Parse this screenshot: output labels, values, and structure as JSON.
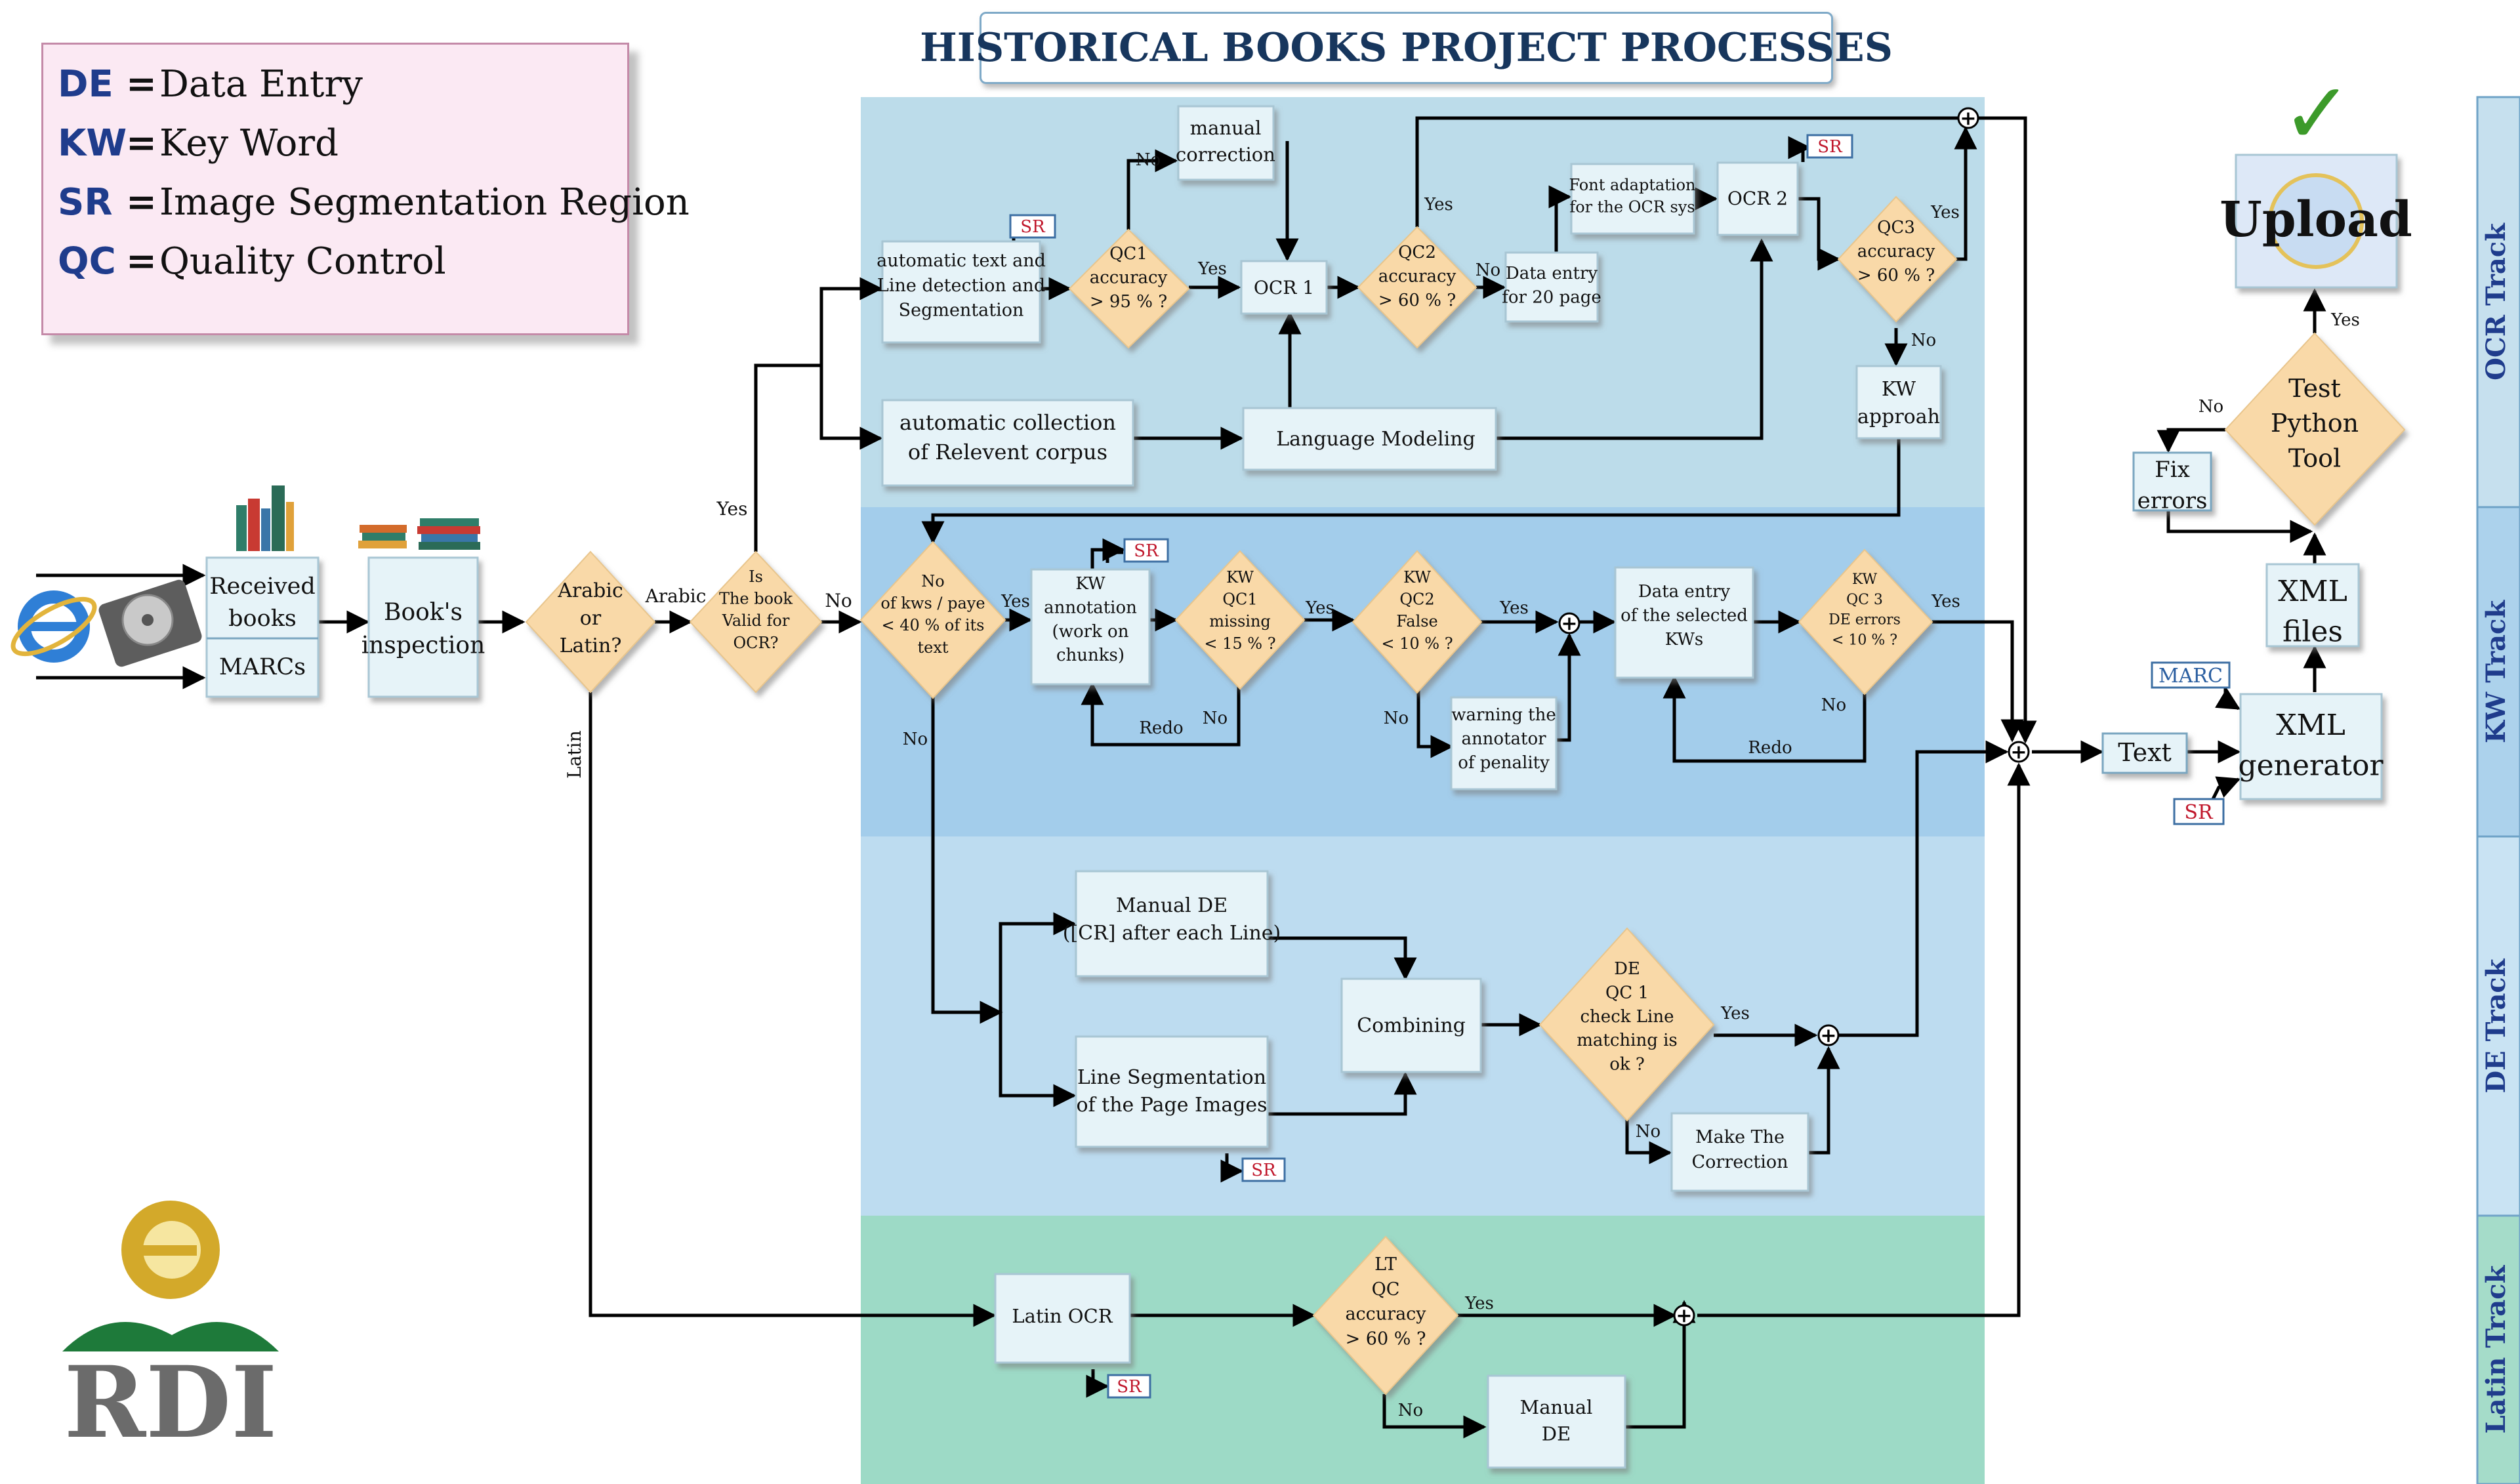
{
  "title": "HISTORICAL BOOKS PROJECT PROCESSES",
  "legend": [
    {
      "abbr": "DE",
      "meaning": "Data Entry"
    },
    {
      "abbr": "KW",
      "meaning": "Key Word"
    },
    {
      "abbr": "SR",
      "meaning": "Image Segmentation Region"
    },
    {
      "abbr": "QC",
      "meaning": "Quality Control"
    }
  ],
  "tracks": [
    "OCR Track",
    "KW Track",
    "DE Track",
    "Latin Track"
  ],
  "intake": {
    "received_books": "Received\nbooks",
    "marcs": "MARCs",
    "books_inspection": "Book's\ninspection",
    "arabic_or_latin": "Arabic\nor\nLatin?",
    "valid_for_ocr": "Is\nThe book\nValid for\nOCR?"
  },
  "ocr_track": {
    "auto_text_detection": "automatic text and\nLine detection and\nSegmentation",
    "qc1": "QC1\naccuracy\n> 95 % ?",
    "manual_correction": "manual\ncorrection",
    "ocr1": "OCR 1",
    "qc2": "QC2\naccuracy\n> 60 % ?",
    "data_entry_20": "Data entry\nfor 20 page",
    "font_adaptation": "Font adaptation\nfor the OCR sys",
    "ocr2": "OCR 2",
    "qc3": "QC3\naccuracy\n> 60 % ?",
    "kw_approach": "KW\napproah",
    "auto_collection": "automatic collection\nof Relevent corpus",
    "language_modeling": "Language Modeling"
  },
  "kw_track": {
    "kw_ratio": "No\nof kws / paye\n< 40 % of its\ntext",
    "kw_annotation": "KW\nannotation\n(work on\nchunks)",
    "kw_qc1": "KW\nQC1\nmissing\n< 15 % ?",
    "kw_qc2": "KW\nQC2\nFalse\n< 10 % ?",
    "warning": "warning the\nannotator\nof penality",
    "data_entry_kws": "Data entry\nof the selected\nKWs",
    "kw_qc3": "KW\nQC 3\nDE errors\n< 10 % ?"
  },
  "de_track": {
    "manual_de": "Manual DE\n([CR] after each Line)",
    "line_segmentation": "Line Segmentation\nof the Page Images",
    "combining": "Combining",
    "de_qc1": "DE\nQC 1\ncheck Line\nmatching is\nok ?",
    "make_correction": "Make The\nCorrection"
  },
  "latin_track": {
    "latin_ocr": "Latin OCR",
    "lt_qc": "LT\nQC\naccuracy\n> 60 % ?",
    "manual_de": "Manual\nDE"
  },
  "output": {
    "text": "Text",
    "xml_generator": "XML\ngenerator",
    "marc": "MARC",
    "sr": "SR",
    "xml_files": "XML\nfiles",
    "test_python": "Test\nPython\nTool",
    "fix_errors": "Fix\nerrors",
    "upload": "Upload",
    "checkmark": "✓"
  },
  "edge_labels": {
    "yes": "Yes",
    "no": "No",
    "arabic": "Arabic",
    "latin": "Latin",
    "redo": "Redo",
    "sr_tag": "SR"
  },
  "logo_text": "RDI",
  "colors": {
    "ocr_band": "#bcdcea",
    "kw_band": "#a3cdeb",
    "de_band": "#bddcf0",
    "latin_band": "#9ddac6",
    "decision": "#f9d9a8",
    "process": "#e6f3f8",
    "title": "#17365d",
    "sr_text": "#c0172b"
  }
}
